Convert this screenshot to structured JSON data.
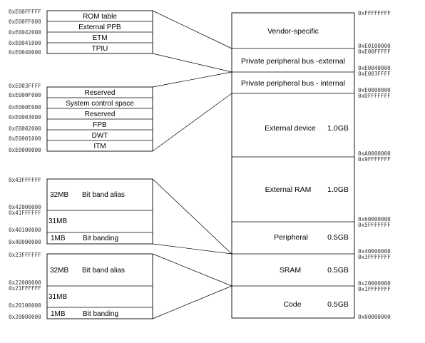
{
  "memory_map": {
    "regions": [
      {
        "label": "Vendor-specific",
        "size": ""
      },
      {
        "label": "Private peripheral bus -external",
        "size": ""
      },
      {
        "label": "Private peripheral bus - internal",
        "size": ""
      },
      {
        "label": "External device",
        "size": "1.0GB"
      },
      {
        "label": "External RAM",
        "size": "1.0GB"
      },
      {
        "label": "Peripheral",
        "size": "0.5GB"
      },
      {
        "label": "SRAM",
        "size": "0.5GB"
      },
      {
        "label": "Code",
        "size": "0.5GB"
      }
    ],
    "addresses": [
      "0xFFFFFFFF",
      "0xE0100000",
      "0xE00FFFFF",
      "0xE0040000",
      "0xE003FFFF",
      "0xE0000000",
      "0xDFFFFFFF",
      "0xA0000000",
      "0x9FFFFFFF",
      "0x60000000",
      "0x5FFFFFFF",
      "0x40000000",
      "0x3FFFFFFF",
      "0x20000000",
      "0x1FFFFFFF",
      "0x00000000"
    ]
  },
  "ppb_external": {
    "items": [
      "ROM table",
      "External PPB",
      "ETM",
      "TPIU"
    ],
    "addresses": [
      "0xE00FFFFF",
      "0xE00FF000",
      "0xE0042000",
      "0xE0041000",
      "0xE0040000"
    ]
  },
  "ppb_internal": {
    "items": [
      "Reserved",
      "System control space",
      "Reserved",
      "FPB",
      "DWT",
      "ITM"
    ],
    "addresses": [
      "0xE003FFFF",
      "0xE000F000",
      "0xE000E000",
      "0xE0003000",
      "0xE0002000",
      "0xE0001000",
      "0xE0000000"
    ]
  },
  "peripheral_bitband": {
    "alias_size": "32MB",
    "alias_label": "Bit band alias",
    "gap_size": "31MB",
    "band_size": "1MB",
    "band_label": "Bit banding",
    "addresses": [
      "0x43FFFFFF",
      "0x42000000",
      "0x41FFFFFF",
      "0x40100000",
      "0x40000000"
    ]
  },
  "sram_bitband": {
    "alias_size": "32MB",
    "alias_label": "Bit band alias",
    "gap_size": "31MB",
    "band_size": "1MB",
    "band_label": "Bit banding",
    "addresses": [
      "0x23FFFFFF",
      "0x22000000",
      "0x21FFFFFF",
      "0x20100000",
      "0x20000000"
    ]
  }
}
